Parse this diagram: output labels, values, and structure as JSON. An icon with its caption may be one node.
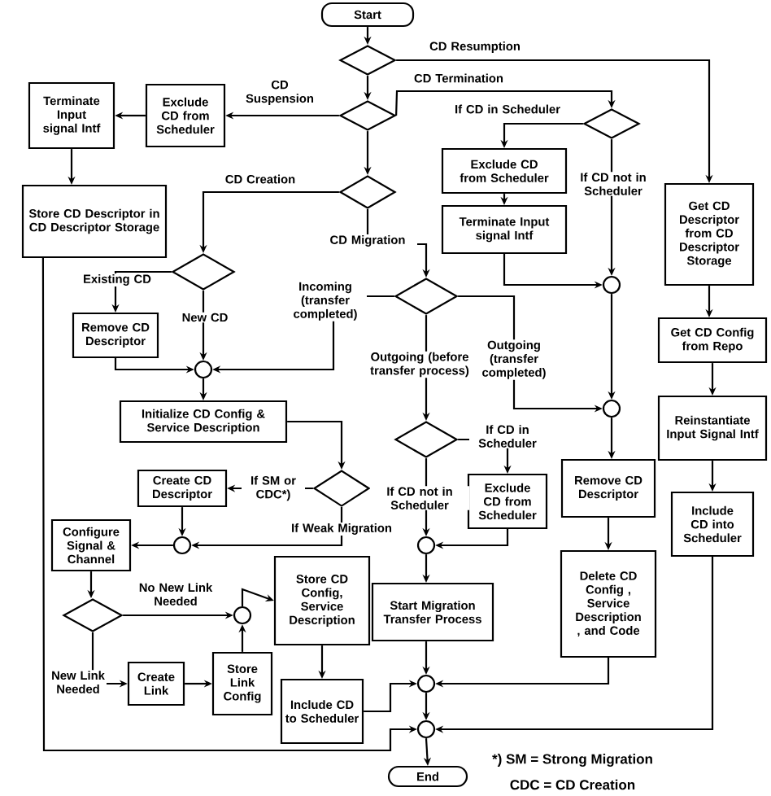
{
  "diagram": {
    "nodes": [
      {
        "text": [
          "Start"
        ]
      },
      {
        "text": [],
        "shape": "diamond"
      },
      {
        "text": [],
        "shape": "diamond"
      },
      {
        "text": [
          "Terminate Input signal Intf"
        ]
      },
      {
        "text": [
          "Exclude CD from Scheduler"
        ]
      },
      {
        "text": [],
        "shape": "diamond"
      },
      {
        "text": [
          "Exclude CD from Scheduler"
        ]
      },
      {
        "text": [],
        "shape": "diamond"
      },
      {
        "text": [
          "Get CD Descriptor from CD Descriptor Storage"
        ]
      },
      {
        "text": [
          "Store CD Descriptor in CD Descriptor Storage"
        ]
      },
      {
        "text": [
          "Terminate Input signal Intf"
        ]
      },
      {
        "text": [],
        "shape": "diamond"
      },
      {
        "text": [],
        "shape": "circle"
      },
      {
        "text": [],
        "shape": "diamond"
      },
      {
        "text": [
          "Remove CD Descriptor"
        ]
      },
      {
        "text": [
          "Get CD Config from Repo"
        ]
      },
      {
        "text": [],
        "shape": "circle"
      },
      {
        "text": [
          "Initialize CD Config & Service Description"
        ]
      },
      {
        "text": [],
        "shape": "circle"
      },
      {
        "text": [
          "Reinstantiate Input Signal Intf"
        ]
      },
      {
        "text": [],
        "shape": "diamond"
      },
      {
        "text": [
          "Create CD Descriptor"
        ]
      },
      {
        "text": [],
        "shape": "diamond"
      },
      {
        "text": [
          "Remove CD Descriptor"
        ]
      },
      {
        "text": [
          "Exclude CD from Scheduler"
        ]
      },
      {
        "text": [
          "Include CD into Scheduler"
        ]
      },
      {
        "text": [
          "Configure Signal & Channel"
        ]
      },
      {
        "text": [],
        "shape": "circle"
      },
      {
        "text": [],
        "shape": "circle"
      },
      {
        "text": [
          "Store CD Config, Service Description"
        ]
      },
      {
        "text": [
          "Delete CD Config , Service Description , and Code"
        ]
      },
      {
        "text": [
          "Start Migration Transfer Process"
        ]
      },
      {
        "text": [],
        "shape": "diamond"
      },
      {
        "text": [],
        "shape": "circle"
      },
      {
        "text": [
          "Create Link"
        ]
      },
      {
        "text": [
          "Store Link Config"
        ]
      },
      {
        "text": [
          "Include CD to Scheduler"
        ]
      },
      {
        "text": [],
        "shape": "circle"
      },
      {
        "text": [],
        "shape": "circle"
      },
      {
        "text": [
          "End"
        ]
      }
    ],
    "edges": [
      {
        "from": 0,
        "to": 1,
        "arrow": "to"
      },
      {
        "from": 1,
        "to": 8,
        "arrow": "to",
        "label": "CD Resumption"
      },
      {
        "from": 1,
        "to": 2,
        "arrow": "to"
      },
      {
        "from": 2,
        "to": 4,
        "arrow": "to",
        "label": "CD Suspension"
      },
      {
        "from": 2,
        "to": 5,
        "arrow": "to",
        "label": "CD Termination"
      },
      {
        "from": 2,
        "to": 7,
        "arrow": "to"
      },
      {
        "from": 4,
        "to": 3,
        "arrow": "to"
      },
      {
        "from": 3,
        "to": 9,
        "arrow": "to"
      },
      {
        "from": 5,
        "to": 6,
        "arrow": "to",
        "label": "If CD in Scheduler"
      },
      {
        "from": 5,
        "to": 12,
        "arrow": "to",
        "label": "If CD not in Scheduler"
      },
      {
        "from": 6,
        "to": 10,
        "arrow": "to"
      },
      {
        "from": 10,
        "to": 12,
        "arrow": "to"
      },
      {
        "from": 7,
        "to": 11,
        "arrow": "to",
        "label": "CD Creation"
      },
      {
        "from": 7,
        "to": 13,
        "arrow": "to",
        "label": "CD Migration"
      },
      {
        "from": 11,
        "to": 14,
        "arrow": "to",
        "label": "Existing CD"
      },
      {
        "from": 11,
        "to": 16,
        "arrow": "to",
        "label": "New CD"
      },
      {
        "from": 13,
        "to": 16,
        "arrow": "to",
        "label": "Incoming (transfer completed)"
      },
      {
        "from": 14,
        "to": 16,
        "arrow": "to"
      },
      {
        "from": 16,
        "to": 17,
        "arrow": "to"
      },
      {
        "from": 13,
        "to": 20,
        "arrow": "to",
        "label": "Outgoing (before transfer process)"
      },
      {
        "from": 13,
        "to": 18,
        "arrow": "to",
        "label": "Outgoing (transfer completed)"
      },
      {
        "from": 12,
        "to": 18,
        "arrow": "to"
      },
      {
        "from": 18,
        "to": 23,
        "arrow": "to"
      },
      {
        "from": 23,
        "to": 30,
        "arrow": "to"
      },
      {
        "from": 8,
        "to": 15,
        "arrow": "to"
      },
      {
        "from": 15,
        "to": 19,
        "arrow": "to"
      },
      {
        "from": 19,
        "to": 25,
        "arrow": "to"
      },
      {
        "from": 17,
        "to": 22,
        "arrow": "to"
      },
      {
        "from": 22,
        "to": 21,
        "arrow": "to",
        "label": "If SM or CDC*)"
      },
      {
        "from": 22,
        "to": 27,
        "arrow": "to",
        "label": "If Weak Migration"
      },
      {
        "from": 21,
        "to": 27,
        "arrow": "to"
      },
      {
        "from": 27,
        "to": 26,
        "arrow": "to"
      },
      {
        "from": 26,
        "to": 32,
        "arrow": "to"
      },
      {
        "from": 32,
        "to": 33,
        "arrow": "to",
        "label": "No New Link Needed"
      },
      {
        "from": 32,
        "to": 34,
        "arrow": "to",
        "label": "New Link Needed"
      },
      {
        "from": 34,
        "to": 35,
        "arrow": "to"
      },
      {
        "from": 35,
        "to": 33,
        "arrow": "to"
      },
      {
        "from": 33,
        "to": 29,
        "arrow": "to"
      },
      {
        "from": 29,
        "to": 36,
        "arrow": "to"
      },
      {
        "from": 20,
        "to": 24,
        "arrow": "to",
        "label": "If CD in Scheduler"
      },
      {
        "from": 20,
        "to": 28,
        "arrow": "to",
        "label": "If CD not in Scheduler"
      },
      {
        "from": 24,
        "to": 28,
        "arrow": "to"
      },
      {
        "from": 28,
        "to": 31,
        "arrow": "to"
      },
      {
        "from": 31,
        "to": 37,
        "arrow": "to"
      },
      {
        "from": 30,
        "to": 37,
        "arrow": "to"
      },
      {
        "from": 36,
        "to": 37,
        "arrow": "to"
      },
      {
        "from": 37,
        "to": 38,
        "arrow": "to"
      },
      {
        "from": 9,
        "to": 38,
        "arrow": "to"
      },
      {
        "from": 25,
        "to": 38,
        "arrow": "to"
      },
      {
        "from": 38,
        "to": 39,
        "arrow": "to"
      }
    ],
    "labels": [
      "*) SM = Strong Migration",
      "CDC = CD Creation"
    ]
  }
}
